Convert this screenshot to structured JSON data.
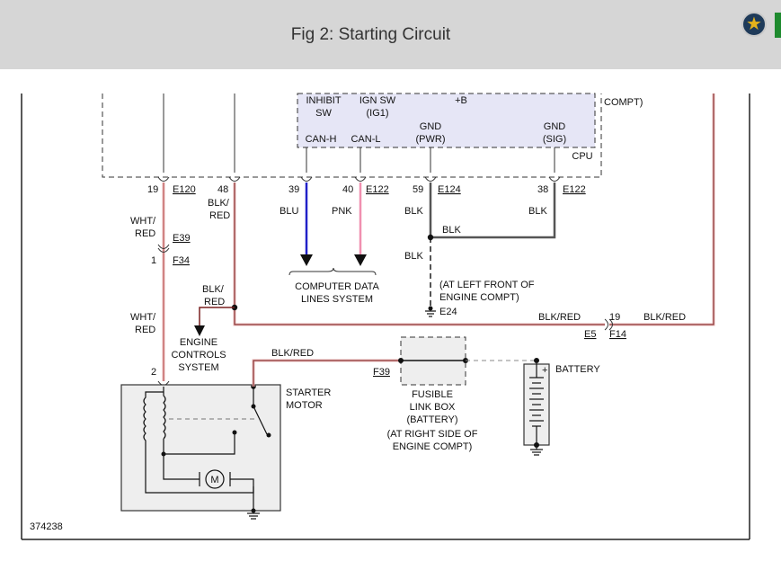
{
  "header": {
    "title": "Fig 2: Starting Circuit",
    "favorite_icon": "star-icon",
    "accent_color": "#1e8a2e"
  },
  "module": {
    "compt_label": "COMPT)",
    "inhibit": [
      "INHIBIT",
      "SW"
    ],
    "ign": [
      "IGN SW",
      "(IG1)"
    ],
    "plus_b": "+B",
    "can_h": "CAN-H",
    "can_l": "CAN-L",
    "gnd_pwr": [
      "GND",
      "(PWR)"
    ],
    "gnd_sig": [
      "GND",
      "(SIG)"
    ],
    "cpu": "CPU"
  },
  "pins": {
    "p19": "19",
    "e120": "E120",
    "p48": "48",
    "p39": "39",
    "p40": "40",
    "e122a": "E122",
    "p59": "59",
    "e124": "E124",
    "p38": "38",
    "e122b": "E122"
  },
  "wires": {
    "wht_red_1": [
      "WHT/",
      "RED"
    ],
    "wht_red_2": [
      "WHT/",
      "RED"
    ],
    "blk_red_1": [
      "BLK/",
      "RED"
    ],
    "blk_red_2": [
      "BLK/",
      "RED"
    ],
    "blu": "BLU",
    "pnk": "PNK",
    "blk_1": "BLK",
    "blk_2": "BLK",
    "blk_3": "BLK",
    "blk_4": "BLK",
    "blk_red_h1": "BLK/RED",
    "blk_red_h2": "BLK/RED",
    "blk_red_h3": "BLK/RED"
  },
  "connectors": {
    "e39": "E39",
    "p1": "1",
    "f34": "F34",
    "p19b": "19",
    "e5": "E5",
    "f14": "F14",
    "p2": "2",
    "f39": "F39",
    "e24": "E24"
  },
  "labels": {
    "computer_data": [
      "COMPUTER DATA",
      "LINES SYSTEM"
    ],
    "engine_controls": [
      "ENGINE",
      "CONTROLS",
      "SYSTEM"
    ],
    "left_front": [
      "(AT LEFT FRONT OF",
      "ENGINE COMPT)"
    ],
    "starter": [
      "STARTER",
      "MOTOR"
    ],
    "motor_m": "M",
    "fusible": [
      "FUSIBLE",
      "LINK BOX",
      "(BATTERY)",
      "(AT RIGHT SIDE OF",
      "ENGINE COMPT)"
    ],
    "battery": "BATTERY",
    "battery_plus": "+",
    "figure_id": "374238"
  }
}
